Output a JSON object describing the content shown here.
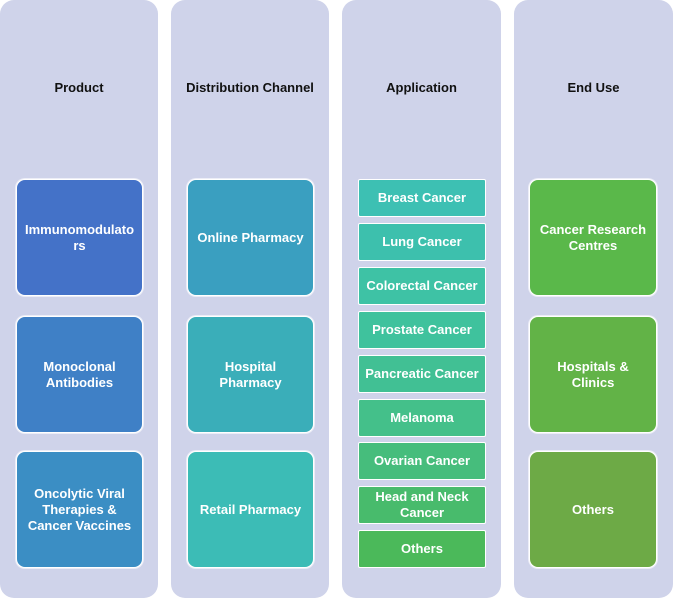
{
  "columns": [
    {
      "title": "Product",
      "items": [
        "Immunomodulato rs",
        "Monoclonal Antibodies",
        "Oncolytic Viral Therapies & Cancer Vaccines"
      ]
    },
    {
      "title": "Distribution Channel",
      "items": [
        "Online Pharmacy",
        "Hospital Pharmacy",
        "Retail Pharmacy"
      ]
    },
    {
      "title": "Application",
      "items": [
        "Breast Cancer",
        "Lung Cancer",
        "Colorectal Cancer",
        "Prostate Cancer",
        "Pancreatic Cancer",
        "Melanoma",
        "Ovarian Cancer",
        "Head and Neck Cancer",
        "Others"
      ]
    },
    {
      "title": "End Use",
      "items": [
        "Cancer Research Centres",
        "Hospitals & Clinics",
        "Others"
      ]
    }
  ],
  "colors": {
    "column_bg": "#cfd3ea",
    "product": [
      "#4472c8",
      "#3f80c6",
      "#3b8ec4"
    ],
    "distribution": [
      "#3a9fc0",
      "#3aaeb9",
      "#3cbcb6"
    ],
    "application": [
      "#3dc0b3",
      "#3dc0ad",
      "#3ec2a5",
      "#3fc29d",
      "#41c094",
      "#44c08a",
      "#46bd7c",
      "#48bb6c",
      "#4bb95a"
    ],
    "end_use": [
      "#5ab84a",
      "#62b347",
      "#6daa46"
    ]
  }
}
